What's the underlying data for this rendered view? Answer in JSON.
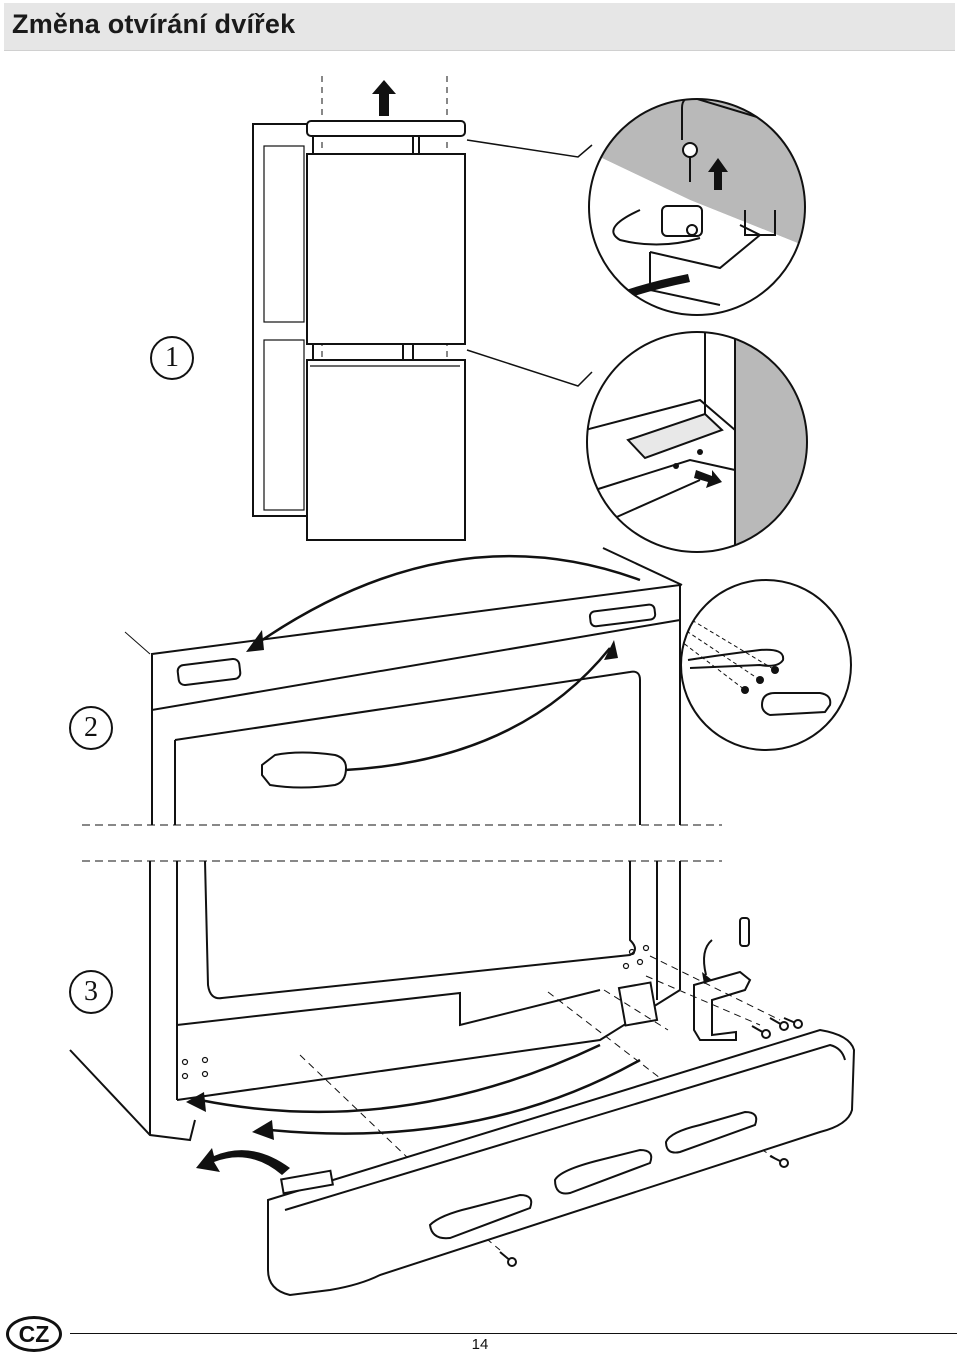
{
  "header": {
    "title": "Změna otvírání dvířek"
  },
  "steps": [
    "1",
    "2",
    "3"
  ],
  "footer": {
    "language_code": "CZ",
    "page_number": "14"
  }
}
